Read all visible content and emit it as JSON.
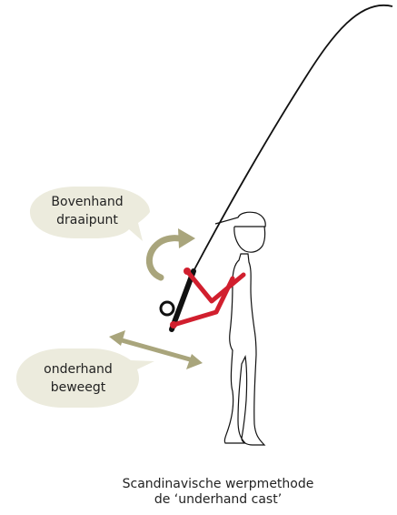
{
  "colors": {
    "bubble": "#ecebdd",
    "arrow": "#a9a57c",
    "arm": "#d11f2e",
    "line": "#111111"
  },
  "labels": {
    "upper_1": "Bovenhand",
    "upper_2": "draaipunt",
    "lower_1": "onderhand",
    "lower_2": "beweegt"
  },
  "caption": {
    "line1": "Scandinavische werpmethode",
    "line2": "de ‘underhand cast’"
  }
}
